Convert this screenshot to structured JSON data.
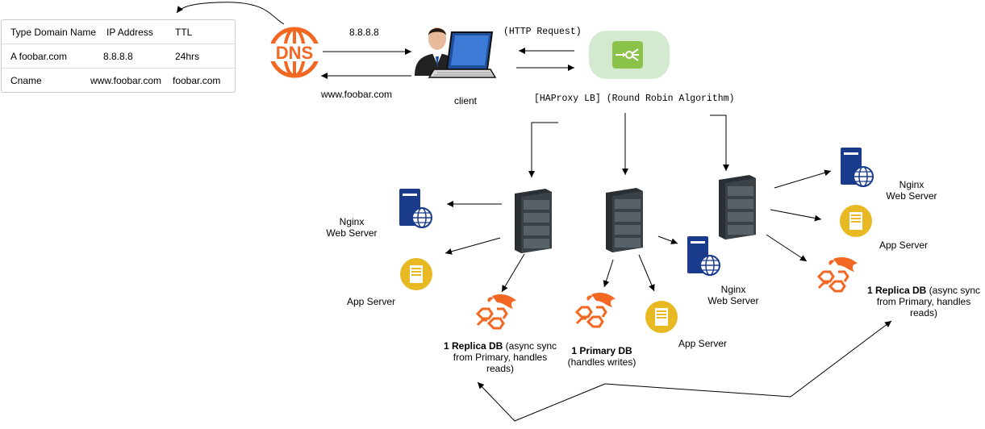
{
  "dns_table": {
    "headers": [
      "Type Domain Name",
      "IP Address",
      "TTL"
    ],
    "rows": [
      [
        "A foobar.com",
        "8.8.8.8",
        "24hrs"
      ],
      [
        "Cname",
        "www.foobar.com",
        "foobar.com"
      ]
    ]
  },
  "dns": {
    "logo_text": "DNS",
    "color": "#f26722"
  },
  "edges": {
    "ip_label": "8.8.8.8",
    "domain_label": "www.foobar.com"
  },
  "client": {
    "label": "client"
  },
  "http_request": {
    "label": "(HTTP Request)"
  },
  "load_balancer": {
    "label": "[HAProxy LB] (Round Robin Algorithm)",
    "color": "#8bc34a"
  },
  "server_left": {
    "web_label": [
      "Nginx",
      "Web Server"
    ],
    "app_label": "App Server",
    "db_bold": "1 Replica DB",
    "db_text": " (async sync",
    "db_lines": [
      "from Primary, handles",
      "reads)"
    ]
  },
  "server_middle": {
    "web_label": [
      "Nginx",
      "Web Server"
    ],
    "app_label": "App Server",
    "db_bold": "1 Primary DB",
    "db_lines": [
      "(handles writes)"
    ]
  },
  "server_right": {
    "web_label": [
      "Nginx",
      "Web Server"
    ],
    "app_label": "App Server",
    "db_bold": "1 Replica DB",
    "db_text": " (async sync",
    "db_lines": [
      "from Primary, handles",
      "reads)"
    ]
  },
  "colors": {
    "server_icon": "#1a3a8c",
    "app_icon": "#e8b923",
    "db_icon": "#f26722",
    "rack": "#2a2f33"
  }
}
